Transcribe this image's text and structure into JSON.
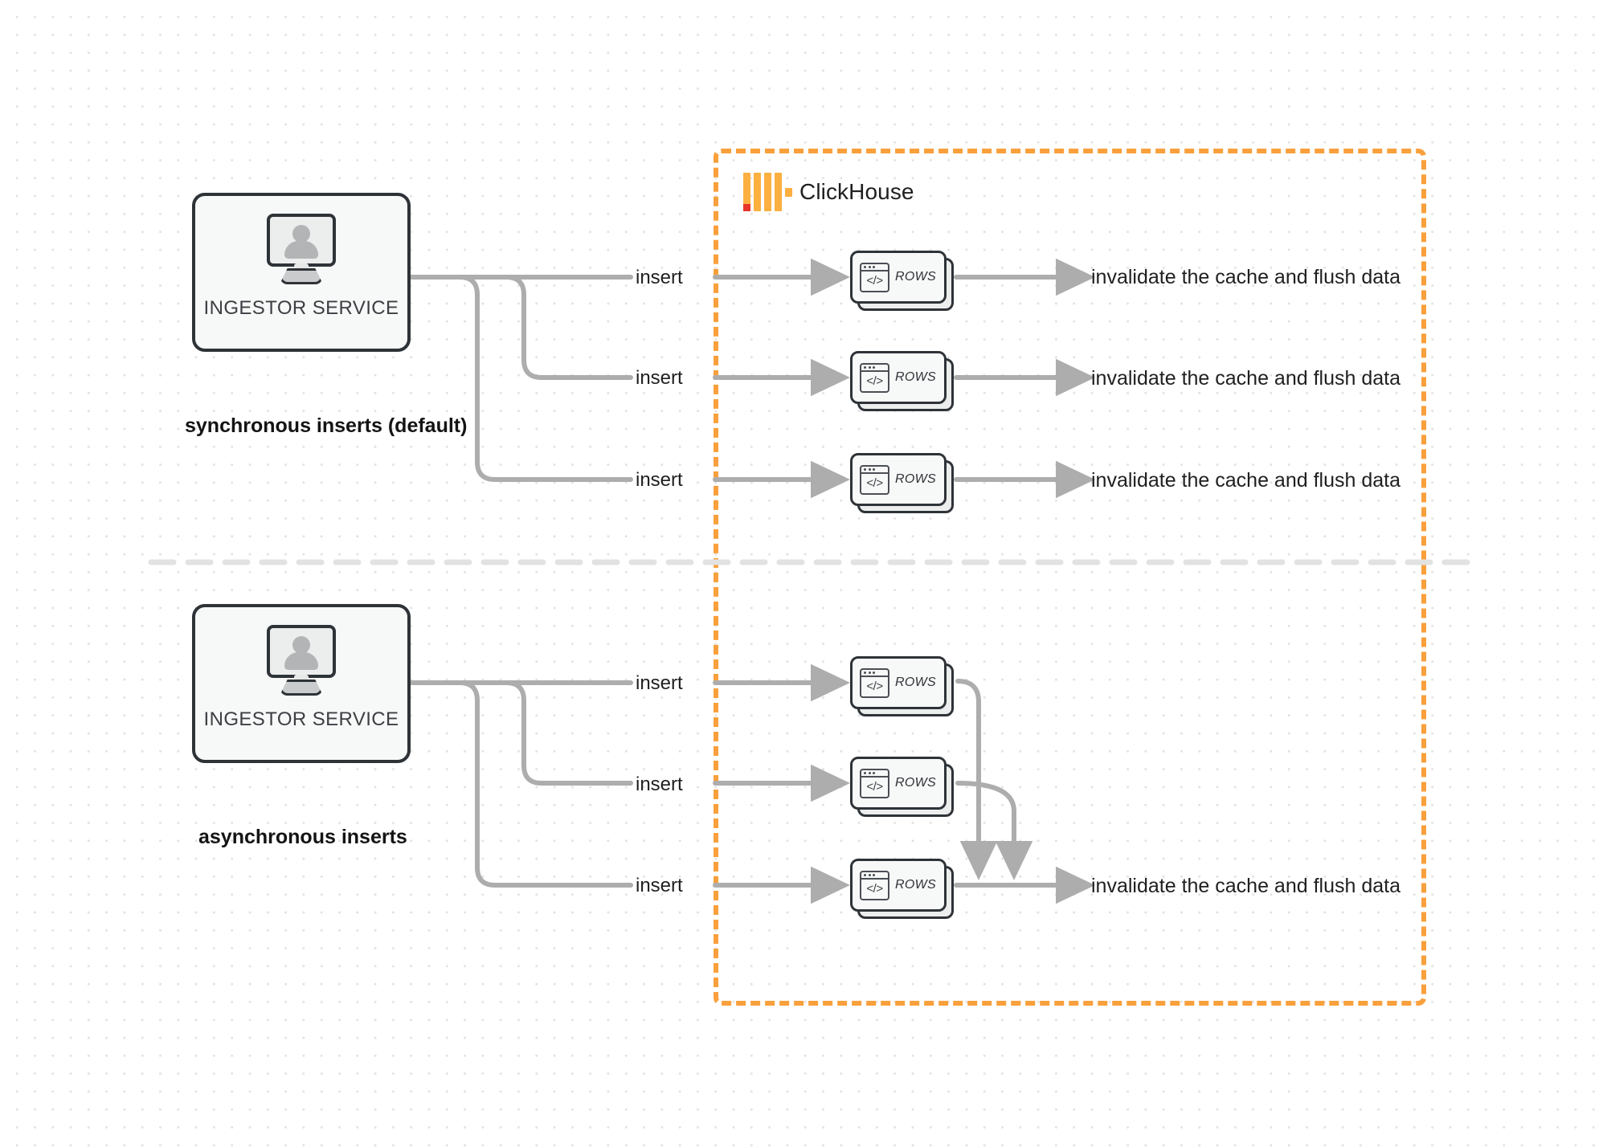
{
  "diagram": {
    "title_logo": "clickhouse-logo",
    "boundary_label": "ClickHouse",
    "colors": {
      "boundary": "#f9a03c",
      "logo_orange": "#fbb040",
      "logo_red": "#e8342a",
      "connector": "#adadad",
      "box_border": "#2e3338",
      "text": "#1f1f1f"
    }
  },
  "sections": [
    {
      "id": "synchronous",
      "caption": "synchronous inserts (default)",
      "service": {
        "label": "INGESTOR SERVICE",
        "icon": "monitor-user-icon"
      },
      "rows": [
        {
          "edge_label": "insert",
          "card_label": "ROWS",
          "outcome": "invalidate the cache and flush data"
        },
        {
          "edge_label": "insert",
          "card_label": "ROWS",
          "outcome": "invalidate the cache and flush data"
        },
        {
          "edge_label": "insert",
          "card_label": "ROWS",
          "outcome": "invalidate the cache and flush data"
        }
      ]
    },
    {
      "id": "asynchronous",
      "caption": "asynchronous inserts",
      "service": {
        "label": "INGESTOR SERVICE",
        "icon": "monitor-user-icon"
      },
      "rows": [
        {
          "edge_label": "insert",
          "card_label": "ROWS",
          "outcome": null
        },
        {
          "edge_label": "insert",
          "card_label": "ROWS",
          "outcome": null
        },
        {
          "edge_label": "insert",
          "card_label": "ROWS",
          "outcome": "invalidate the cache and flush data"
        }
      ]
    }
  ]
}
